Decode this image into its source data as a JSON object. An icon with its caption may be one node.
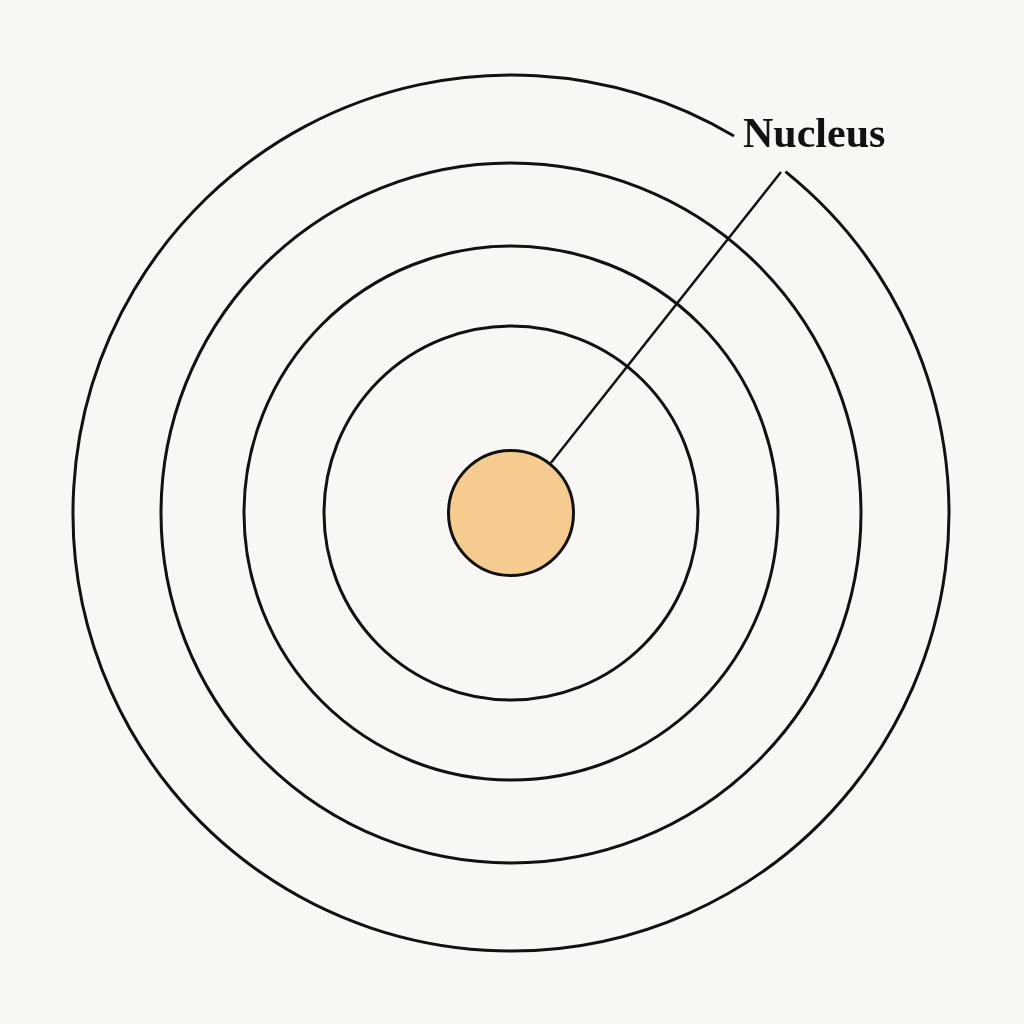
{
  "diagram": {
    "nodes": [
      {
        "text": [
          "Nucleus"
        ]
      },
      {
        "text": [],
        "shape": "circle"
      }
    ],
    "edges": [
      {
        "from": 0,
        "to": 1,
        "arrow": "none"
      }
    ]
  }
}
